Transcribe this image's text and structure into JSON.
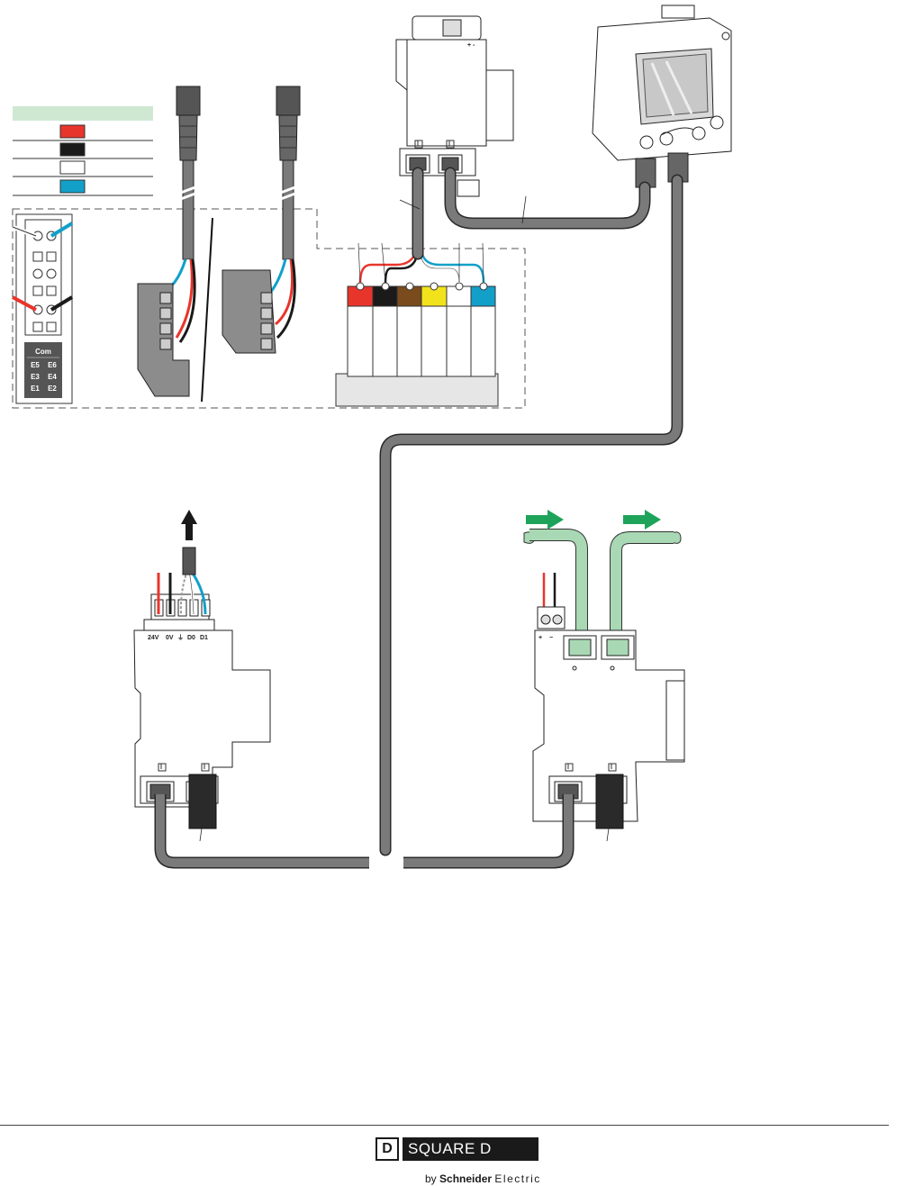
{
  "colors": {
    "cable_gray": "#7a7a7a",
    "cable_outline": "#2a2a2a",
    "legend_header": "#cfe8d2",
    "green_cable": "#a9d8b4",
    "green_arrow": "#1ea35a",
    "red": "#e8352c",
    "black": "#1a1a1a",
    "white": "#ffffff",
    "blue": "#12a0c9",
    "brown": "#7a4b1c",
    "yellow": "#f2e21b",
    "terminal_fill": "#e6e6e6"
  },
  "legend": {
    "rows": [
      {
        "swatch": "red"
      },
      {
        "swatch": "black"
      },
      {
        "swatch": "white"
      },
      {
        "swatch": "blue"
      }
    ]
  },
  "terminal_block": {
    "com_label": "Com",
    "inputs": [
      [
        "E5",
        "E6"
      ],
      [
        "E3",
        "E4"
      ],
      [
        "E1",
        "E2"
      ]
    ]
  },
  "terminal_strip": {
    "colors": [
      "red",
      "black",
      "brown",
      "yellow",
      "white",
      "blue"
    ]
  },
  "top_module": {
    "polarity": "+ -"
  },
  "modbus_module": {
    "terminal_labels": [
      "24V",
      "0V",
      "⏚",
      "D0",
      "D1"
    ]
  },
  "ethernet_module": {
    "polarity_plus": "+",
    "polarity_minus": "−"
  },
  "footer": {
    "logo_letter": "D",
    "logo_name": "SQUARE D",
    "tagline_by": "by",
    "tagline_brand": "Schneider",
    "tagline_suffix": "Electric"
  }
}
